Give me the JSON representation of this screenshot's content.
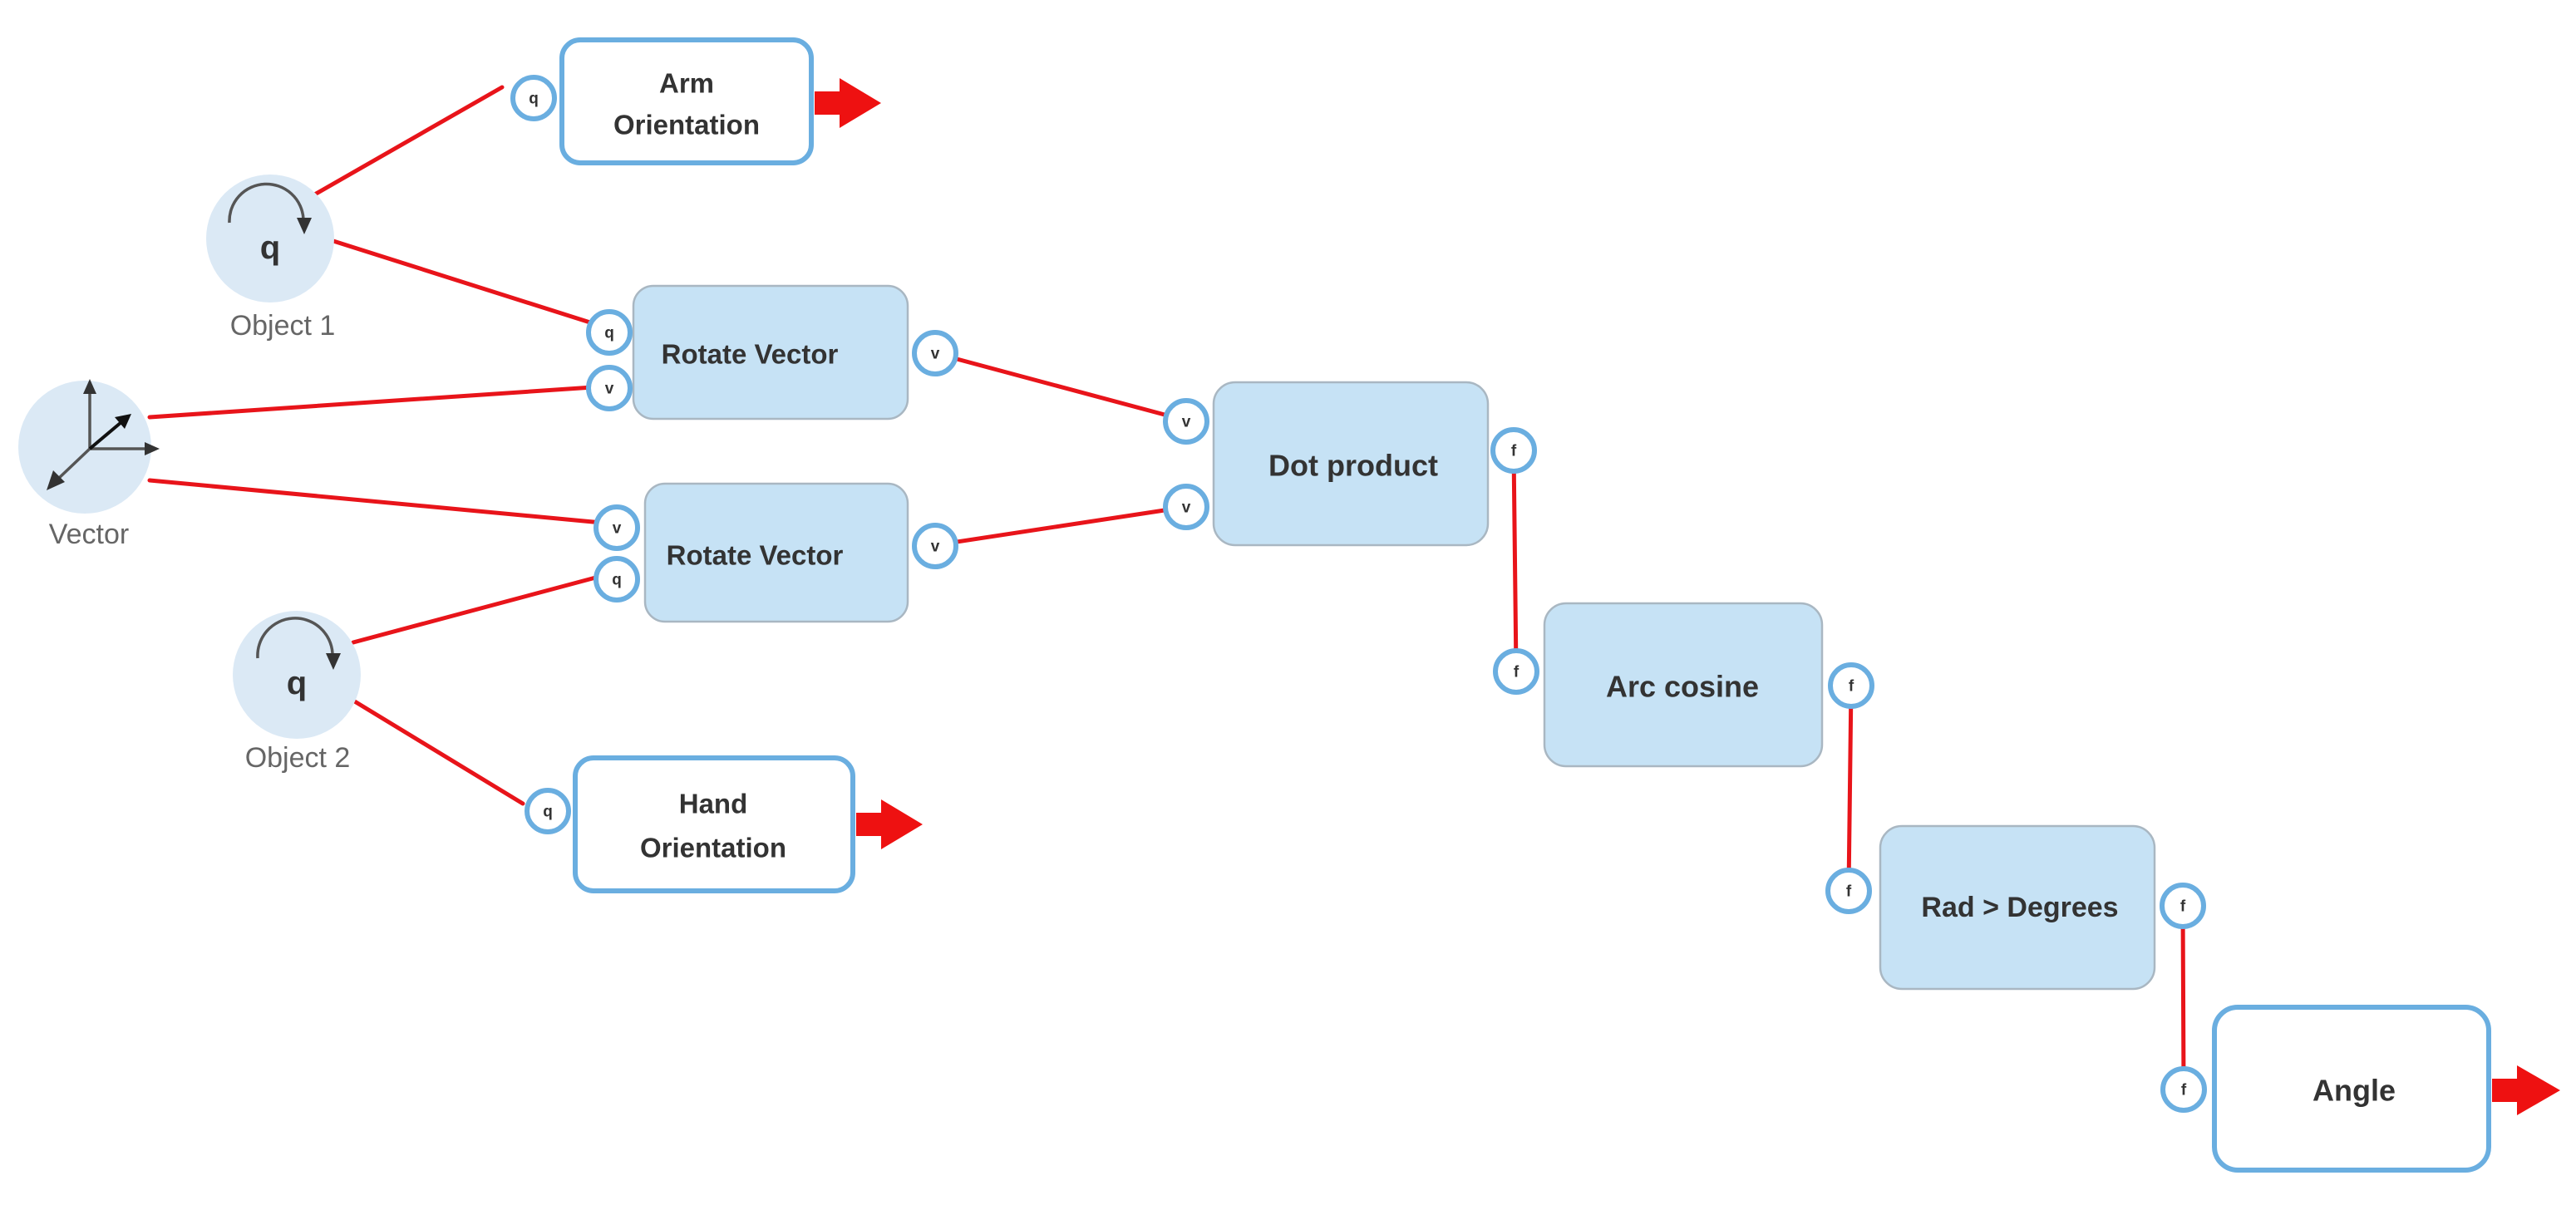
{
  "sources": {
    "object1": {
      "symbol": "q",
      "label": "Object 1"
    },
    "vector": {
      "label": "Vector"
    },
    "object2": {
      "symbol": "q",
      "label": "Object 2"
    }
  },
  "nodes": {
    "arm_orientation": {
      "line1": "Arm",
      "line2": "Orientation"
    },
    "rotate_vector_1": {
      "label": "Rotate Vector"
    },
    "rotate_vector_2": {
      "label": "Rotate Vector"
    },
    "hand_orientation": {
      "line1": "Hand",
      "line2": "Orientation"
    },
    "dot_product": {
      "label": "Dot product"
    },
    "arc_cosine": {
      "label": "Arc cosine"
    },
    "rad_degrees": {
      "label": "Rad > Degrees"
    },
    "angle": {
      "label": "Angle"
    }
  },
  "ports": {
    "arm_in": "q",
    "rv1_in_q": "q",
    "rv1_in_v": "v",
    "rv1_out": "v",
    "rv2_in_v": "v",
    "rv2_in_q": "q",
    "rv2_out": "v",
    "hand_in": "q",
    "dot_in_1": "v",
    "dot_in_2": "v",
    "dot_out": "f",
    "acos_in": "f",
    "acos_out": "f",
    "rad_in": "f",
    "rad_out": "f",
    "angle_in": "f"
  },
  "colors": {
    "wire": "#e8141a",
    "port_border": "#6aaee0",
    "operator_fill": "#c6e2f5",
    "source_fill": "#dbe9f5",
    "output_arrow": "#ee1111"
  }
}
